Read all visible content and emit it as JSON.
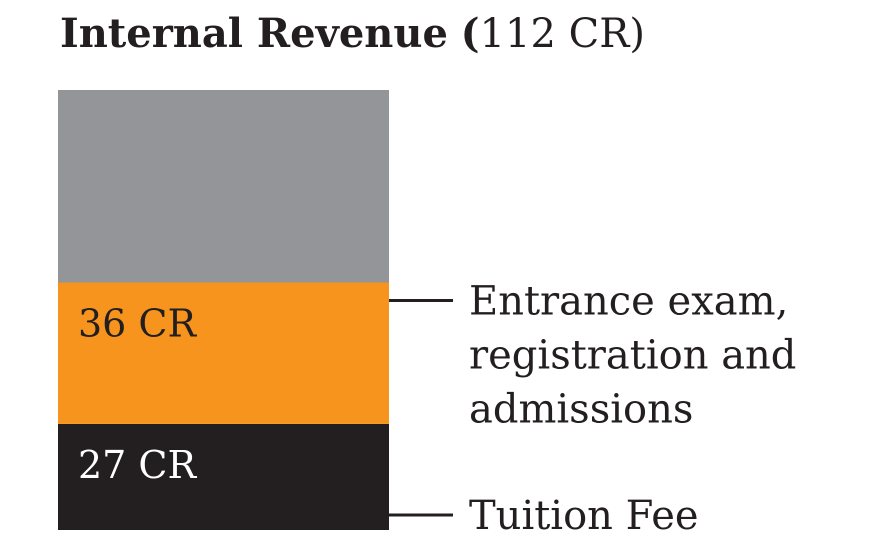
{
  "title": {
    "main": "Internal Revenue",
    "paren_open": "(",
    "total": "112 CR)"
  },
  "colors": {
    "other": "#939598",
    "entrance": "#f7941d",
    "tuition": "#231f20",
    "text_dark": "#231f20",
    "text_light": "#ffffff"
  },
  "chart_data": {
    "type": "bar",
    "title": "Internal Revenue (112 CR)",
    "unit": "CR",
    "total": 112,
    "stacked": true,
    "segments": [
      {
        "name": "Tuition Fee",
        "value": 27,
        "label": "27 CR",
        "color": "#231f20",
        "label_color": "#ffffff",
        "category_lines": [
          "Tuition Fee"
        ]
      },
      {
        "name": "Entrance exam, registration and admissions",
        "value": 36,
        "label": "36 CR",
        "color": "#f7941d",
        "label_color": "#231f20",
        "category_lines": [
          "Entrance exam,",
          "registration and",
          "admissions"
        ]
      },
      {
        "name": "",
        "value": 49,
        "label": "",
        "color": "#939598",
        "label_color": "#231f20",
        "category_lines": []
      }
    ]
  }
}
